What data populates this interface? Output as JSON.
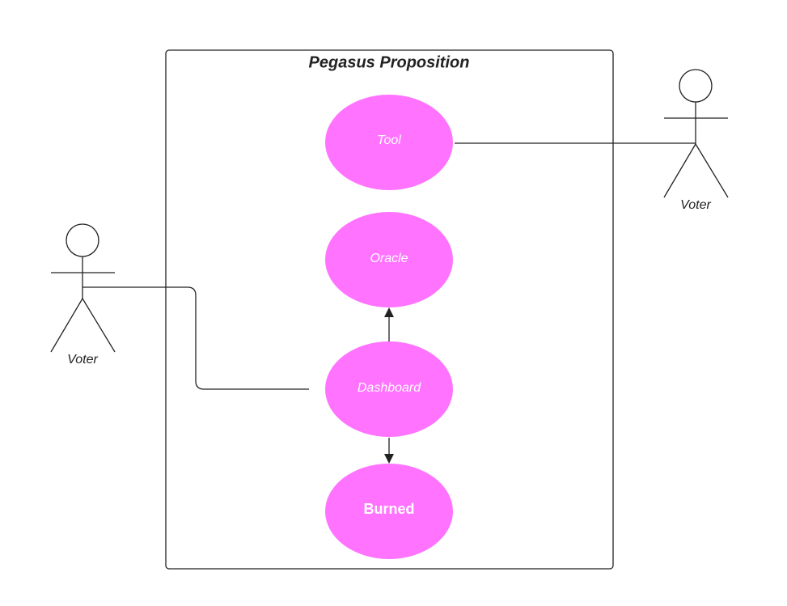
{
  "diagram": {
    "system": {
      "title": "Pegasus Proposition"
    },
    "use_cases": [
      {
        "id": "tool",
        "label": "Tool"
      },
      {
        "id": "oracle",
        "label": "Oracle"
      },
      {
        "id": "dashboard",
        "label": "Dashboard"
      },
      {
        "id": "burned",
        "label": "Burned"
      }
    ],
    "actors": [
      {
        "id": "voter-right",
        "label": "Voter"
      },
      {
        "id": "voter-left",
        "label": "Voter"
      }
    ],
    "associations": [
      {
        "from": "voter-right",
        "to": "tool",
        "type": "line"
      },
      {
        "from": "voter-left",
        "to": "dashboard",
        "type": "line"
      },
      {
        "from": "dashboard",
        "to": "oracle",
        "type": "arrow"
      },
      {
        "from": "dashboard",
        "to": "burned",
        "type": "arrow"
      }
    ],
    "colors": {
      "use_case_fill": "#ff73ff",
      "use_case_text": "#ffffff",
      "line": "#222222"
    }
  }
}
